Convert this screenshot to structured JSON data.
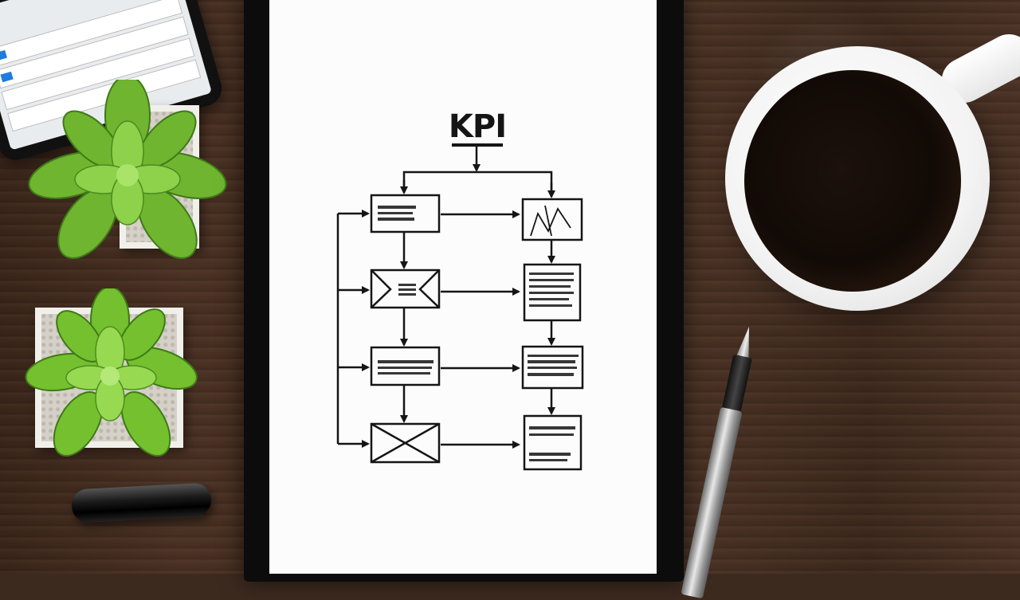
{
  "flowchart": {
    "title": "KPI"
  },
  "colors": {
    "ink": "#151515",
    "screen": "#fcfcfc",
    "plant_green": "#7cc33a"
  },
  "icons": [
    "tablet",
    "succulent-plant",
    "coffee-cup",
    "fountain-pen",
    "marker-pen"
  ]
}
